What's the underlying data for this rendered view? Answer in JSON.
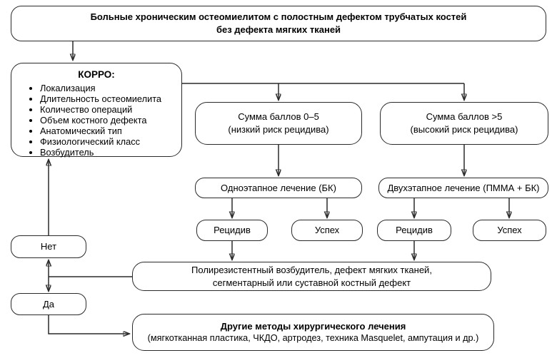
{
  "boxes": {
    "patients": {
      "line1": "Больные хроническим остеомиелитом с полостным дефектом трубчатых костей",
      "line2": "без дефекта мягких тканей"
    },
    "koppo": {
      "title": "КОРРО:",
      "items": [
        "Локализация",
        "Длительность остеомиелита",
        "Количество операций",
        "Объем костного дефекта",
        "Анатомический тип",
        "Физиологический класс",
        "Возбудитель"
      ]
    },
    "sum_low": {
      "line1": "Сумма баллов 0–5",
      "line2": "(низкий риск рецидива)"
    },
    "sum_high": {
      "line1": "Сумма баллов >5",
      "line2": "(высокий риск рецидива)"
    },
    "one_stage": {
      "label": "Одноэтапное лечение (БК)"
    },
    "two_stage": {
      "label": "Двухэтапное лечение (ПММА + БК)"
    },
    "relapse_left": {
      "label": "Рецидив"
    },
    "success_left": {
      "label": "Успех"
    },
    "relapse_right": {
      "label": "Рецидив"
    },
    "success_right": {
      "label": "Успех"
    },
    "no": {
      "label": "Нет"
    },
    "yes": {
      "label": "Да"
    },
    "criteria": {
      "line1": "Полирезистентный возбудитель, дефект мягких тканей,",
      "line2": "сегментарный или суставной костный дефект"
    },
    "other_methods": {
      "line1": "Другие методы хирургического лечения",
      "line2": "(мягкотканная пластика, ЧКДО, артродез, техника Masquelet, ампутация и др.)"
    }
  },
  "colors": {
    "line": "#2a2a2a",
    "text": "#000000",
    "background": "#ffffff"
  }
}
